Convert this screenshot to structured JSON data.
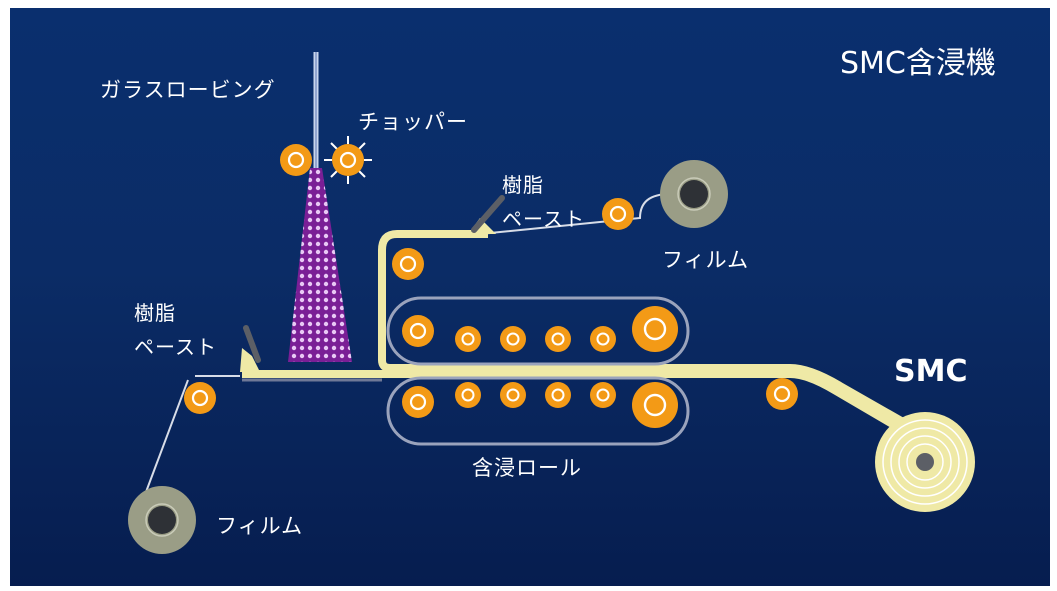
{
  "title": "SMC含浸機",
  "labels": {
    "glass_roving": "ガラスロービング",
    "chopper": "チョッパー",
    "resin_paste_top_line1": "樹脂",
    "resin_paste_top_line2": "ペースト",
    "resin_paste_left_line1": "樹脂",
    "resin_paste_left_line2": "ペースト",
    "film_top": "フィルム",
    "film_bottom": "フィルム",
    "product": "SMC",
    "impregnation_rolls": "含浸ロール"
  },
  "colors": {
    "background_top": "#0a2f6e",
    "background_bottom": "#061d4f",
    "roller_orange": "#f39a16",
    "sheet_cream": "#efe9a6",
    "film_roll_gray": "#9a9d86",
    "fiber_purple": "#8a2aa3"
  }
}
